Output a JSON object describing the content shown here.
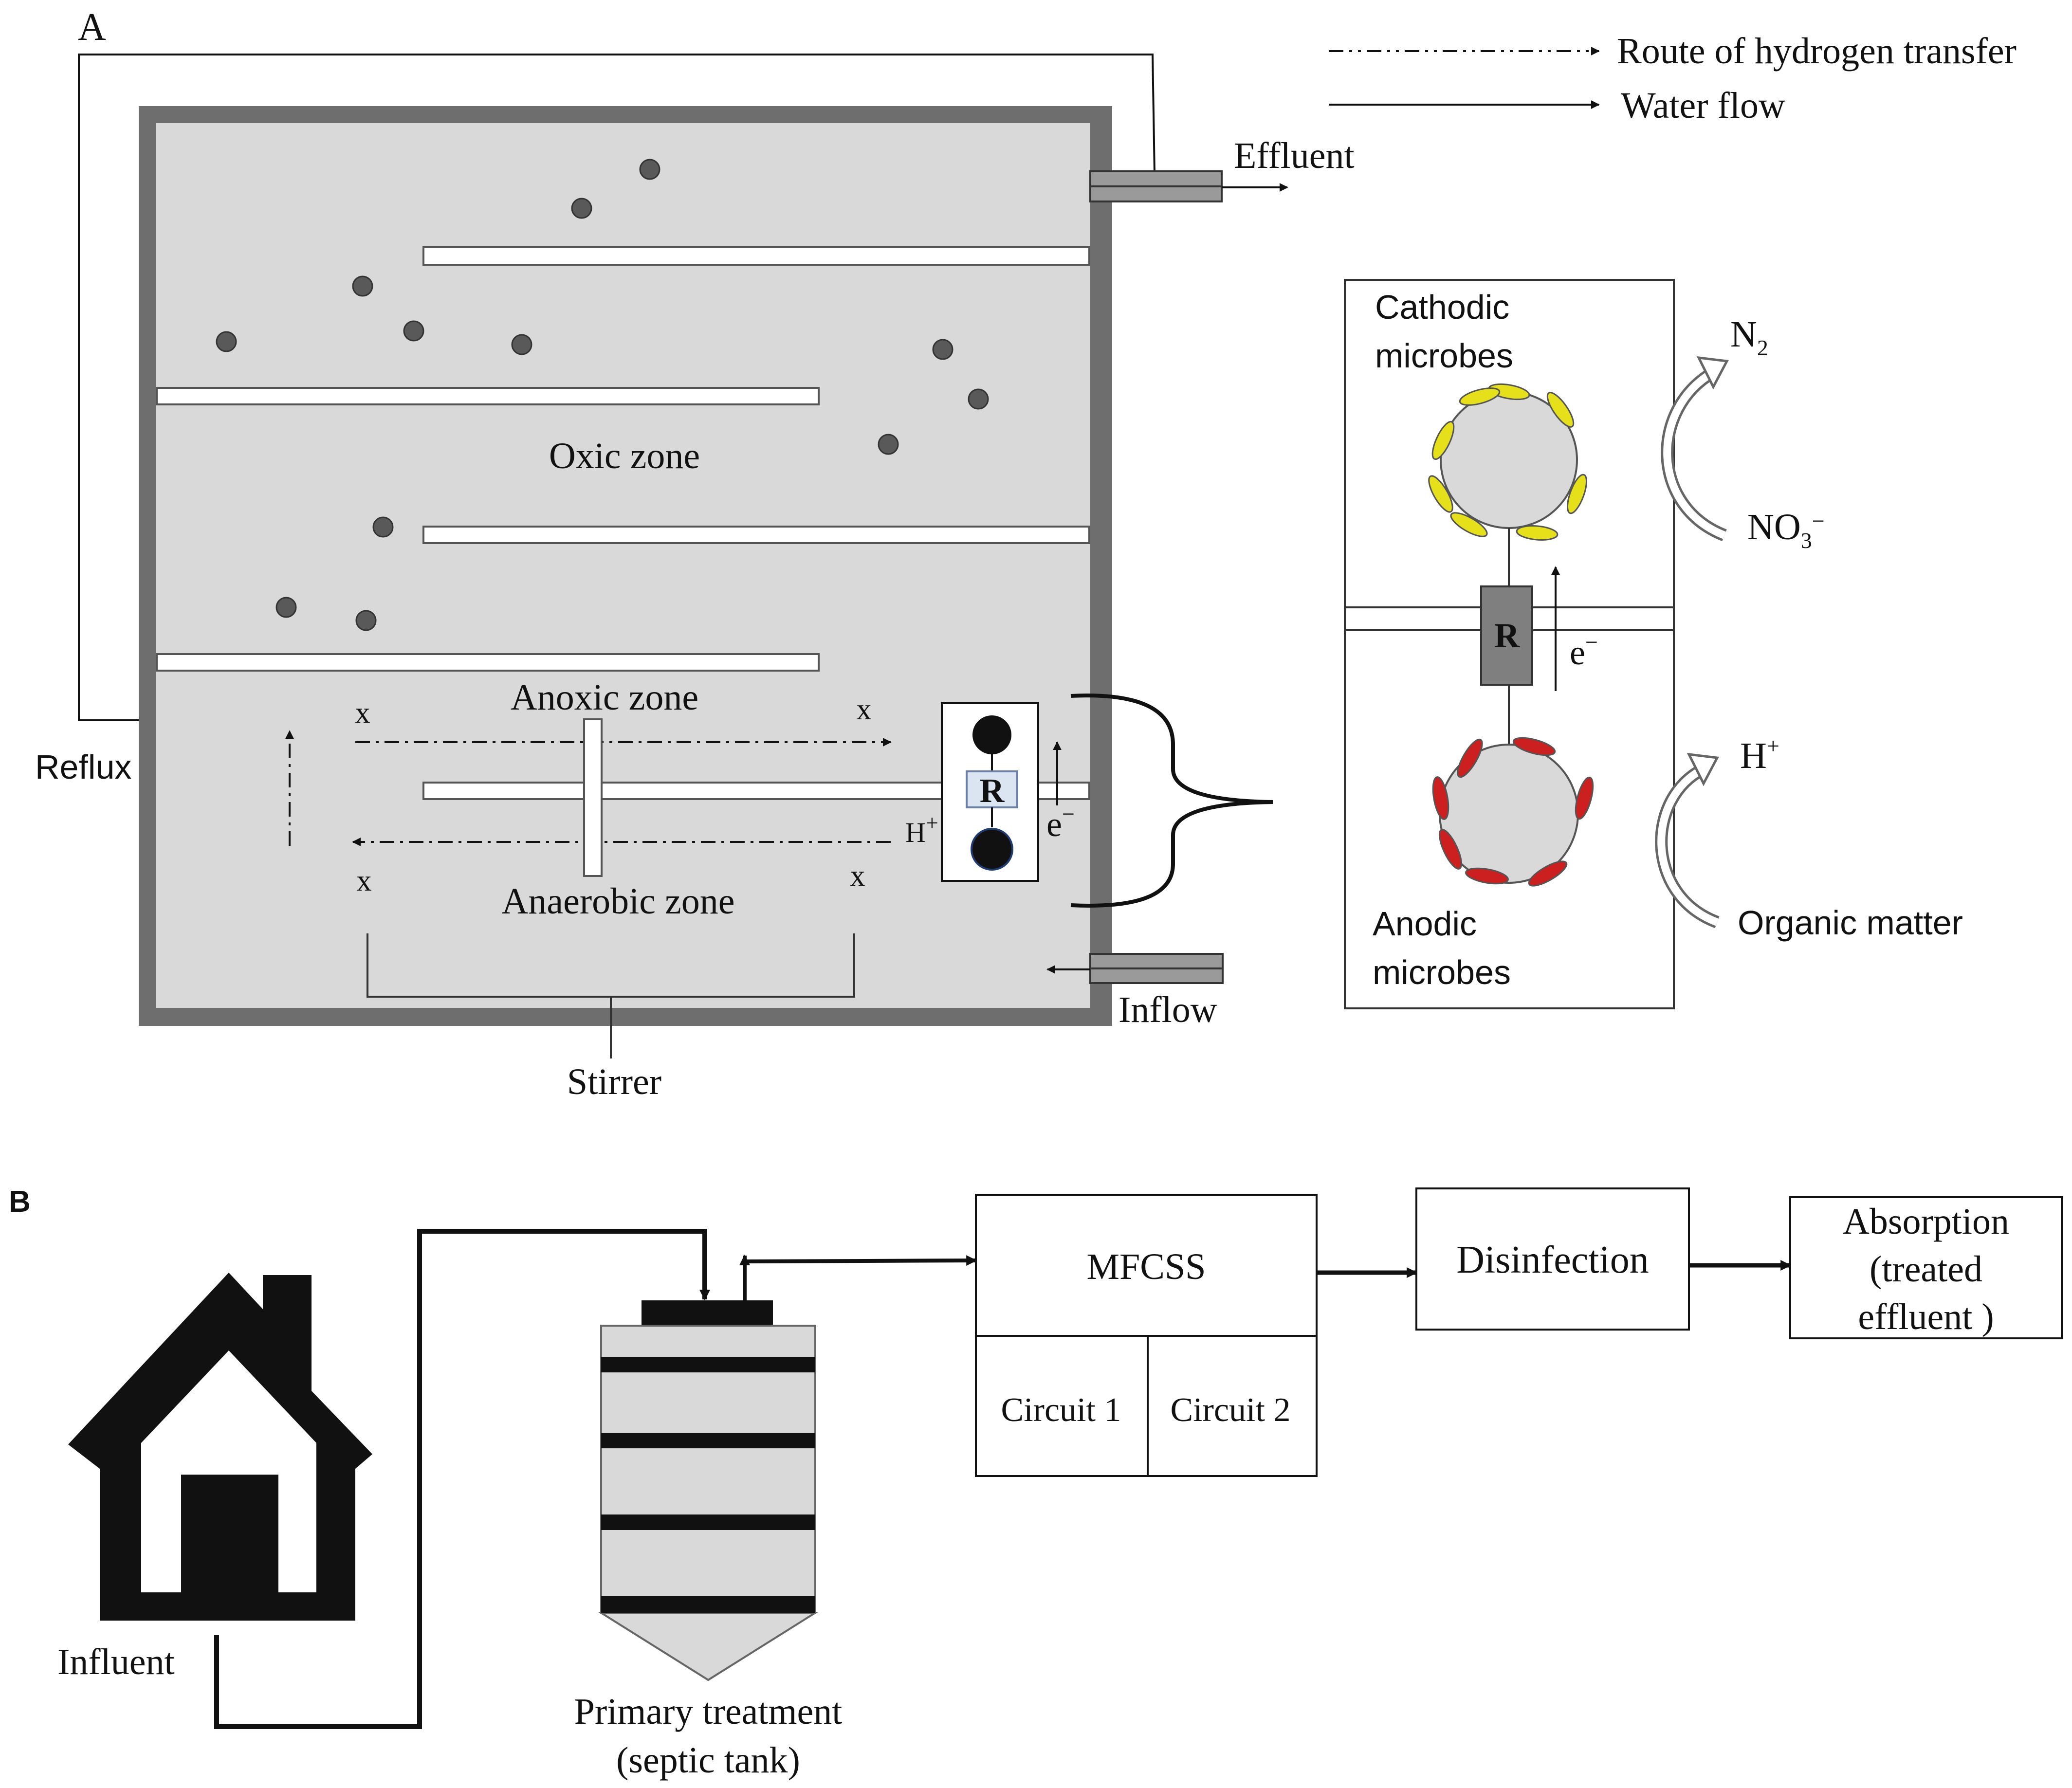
{
  "panel_a": {
    "panel_label": "A",
    "legend": {
      "hydrogen": "Route of hydrogen transfer",
      "water": "Water flow"
    },
    "effluent": "Effluent",
    "inflow": "Inflow",
    "reflux": "Reflux",
    "stirrer": "Stirrer",
    "zones": {
      "oxic": "Oxic zone",
      "anoxic": "Anoxic zone",
      "anaerobic": "Anaerobic zone"
    },
    "x_marker": "x",
    "resistor": "R",
    "h_plus_base": "H",
    "plus_sup": "+",
    "e_base": "e",
    "minus_sup": "−",
    "detail": {
      "cathodic_line1": "Cathodic",
      "cathodic_line2": "microbes",
      "anodic_line1": "Anodic",
      "anodic_line2": "microbes",
      "resistor": "R",
      "n2_base": "N",
      "n2_sub": "2",
      "no3_base": "NO",
      "no3_sub": "3",
      "no3_sup": "−",
      "h_base": "H",
      "h_sup": "+",
      "e_base": "e",
      "e_sup": "−",
      "organic": "Organic matter"
    }
  },
  "panel_b": {
    "panel_label": "B",
    "influent": "Influent",
    "primary_line1": "Primary treatment",
    "primary_line2": "(septic tank)",
    "mfcss": "MFCSS",
    "circuit1": "Circuit 1",
    "circuit2": "Circuit 2",
    "disinfection": "Disinfection",
    "absorption_line1": "Absorption",
    "absorption_line2": "(treated",
    "absorption_line3": "effluent )"
  },
  "colors": {
    "tank_wall": "#6e6e6e",
    "tank_fill": "#d9d9d9",
    "particle": "#595959",
    "resistor": "#7f7f7f",
    "cathodic_microbe": "#e6e01a",
    "anodic_microbe": "#cc1f1f"
  },
  "icons": [
    "house-icon",
    "septic-tank-icon",
    "microbe-cell-icon"
  ]
}
